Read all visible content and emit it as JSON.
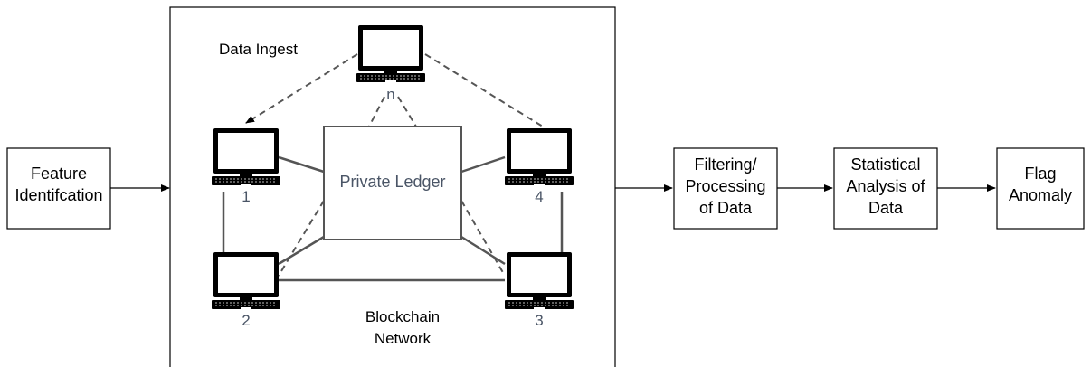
{
  "diagram": {
    "feature_box": {
      "lines": [
        "Feature",
        "Identifcation"
      ]
    },
    "network_panel": {
      "top_label": "Data Ingest",
      "bottom_label": [
        "Blockchain",
        "Network"
      ],
      "ledger_label": "Private Ledger",
      "nodes": [
        {
          "id": "n",
          "label": "n"
        },
        {
          "id": "1",
          "label": "1"
        },
        {
          "id": "4",
          "label": "4"
        },
        {
          "id": "2",
          "label": "2"
        },
        {
          "id": "3",
          "label": "3"
        }
      ]
    },
    "filter_box": {
      "lines": [
        "Filtering/",
        "Processing",
        "of Data"
      ]
    },
    "stats_box": {
      "lines": [
        "Statistical",
        "Analysis of",
        "Data"
      ]
    },
    "flag_box": {
      "lines": [
        "Flag",
        "Anomaly"
      ]
    }
  }
}
